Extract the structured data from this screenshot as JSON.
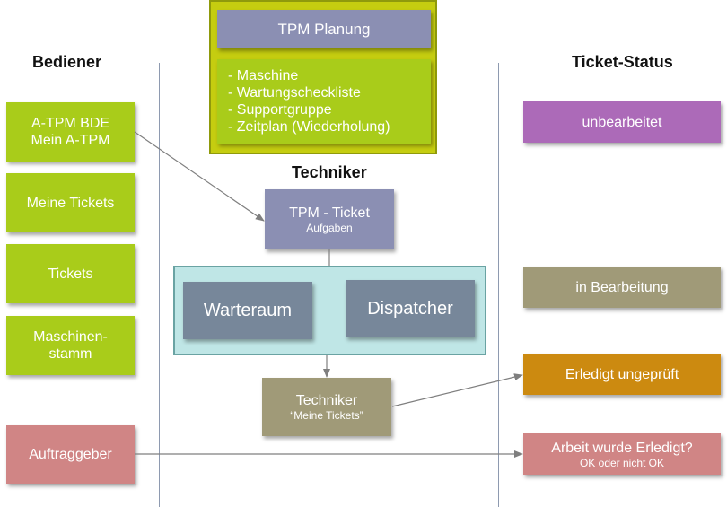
{
  "headings": {
    "bediener": "Bediener",
    "techniker": "Techniker",
    "ticket_status": "Ticket-Status"
  },
  "planung": {
    "title": "TPM Planung",
    "items": [
      "-   Maschine",
      "-   Wartungscheckliste",
      "-   Supportgruppe",
      "-   Zeitplan (Wiederholung)"
    ]
  },
  "bediener_boxes": {
    "a_tpm_line1": "A-TPM BDE",
    "a_tpm_line2": "Mein A-TPM",
    "meine_tickets": "Meine Tickets",
    "tickets": "Tickets",
    "maschinen_line1": "Maschinen-",
    "maschinen_line2": "stamm",
    "auftraggeber": "Auftraggeber"
  },
  "techniker_boxes": {
    "ticket_title": "TPM - Ticket",
    "ticket_sub": "Aufgaben",
    "warteraum": "Warteraum",
    "dispatcher": "Dispatcher",
    "techniker_title": "Techniker",
    "techniker_sub": "“Meine Tickets”"
  },
  "status": {
    "unbearbeitet": "unbearbeitet",
    "in_bearbeitung": "in Bearbeitung",
    "erledigt_ungeprueft": "Erledigt ungeprüft",
    "arbeit_erledigt": "Arbeit wurde Erledigt?",
    "ok_sub": "OK oder nicht OK"
  },
  "colors": {
    "green": "#a9cc1a",
    "lavender": "#8b8fb3",
    "slate": "#77879a",
    "khaki": "#a09a78",
    "violet": "#ac6ab8",
    "orange": "#cc8a10",
    "rose": "#d08585",
    "planung_bg": "#c5cd10",
    "planung_border": "#8f9a0c",
    "cyan_bg": "#bfe6e6",
    "cyan_border": "#6aa3a3"
  }
}
